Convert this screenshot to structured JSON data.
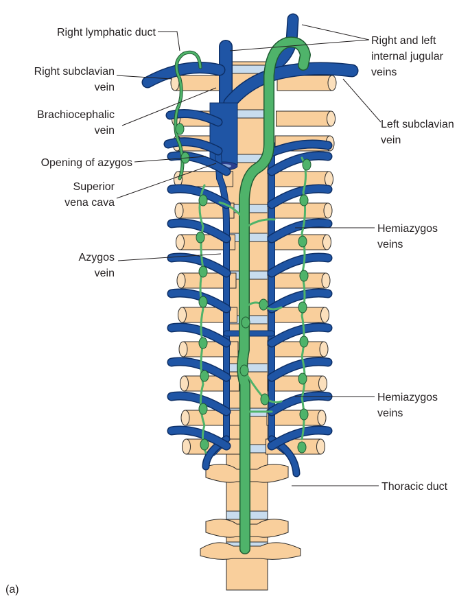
{
  "labels": {
    "right_lymphatic_duct": "Right lymphatic duct",
    "right_subclavian_1": "Right subclavian",
    "right_subclavian_2": "vein",
    "brachiocephalic_1": "Brachiocephalic",
    "brachiocephalic_2": "vein",
    "opening_azygos": "Opening of azygos",
    "svc_1": "Superior",
    "svc_2": "vena cava",
    "azygos_1": "Azygos",
    "azygos_2": "vein",
    "jugular_1": "Right and left",
    "jugular_2": "internal jugular",
    "jugular_3": "veins",
    "left_subclavian_1": "Left subclavian",
    "left_subclavian_2": "vein",
    "hemiazygos_upper_1": "Hemiazygos",
    "hemiazygos_upper_2": "veins",
    "hemiazygos_lower_1": "Hemiazygos",
    "hemiazygos_lower_2": "veins",
    "thoracic_duct": "Thoracic duct",
    "panel": "(a)"
  },
  "colors": {
    "vein": "#1f55a5",
    "lymphatic": "#4fb36a",
    "bone": "#f9cf9c",
    "disc": "#c8dcee"
  }
}
